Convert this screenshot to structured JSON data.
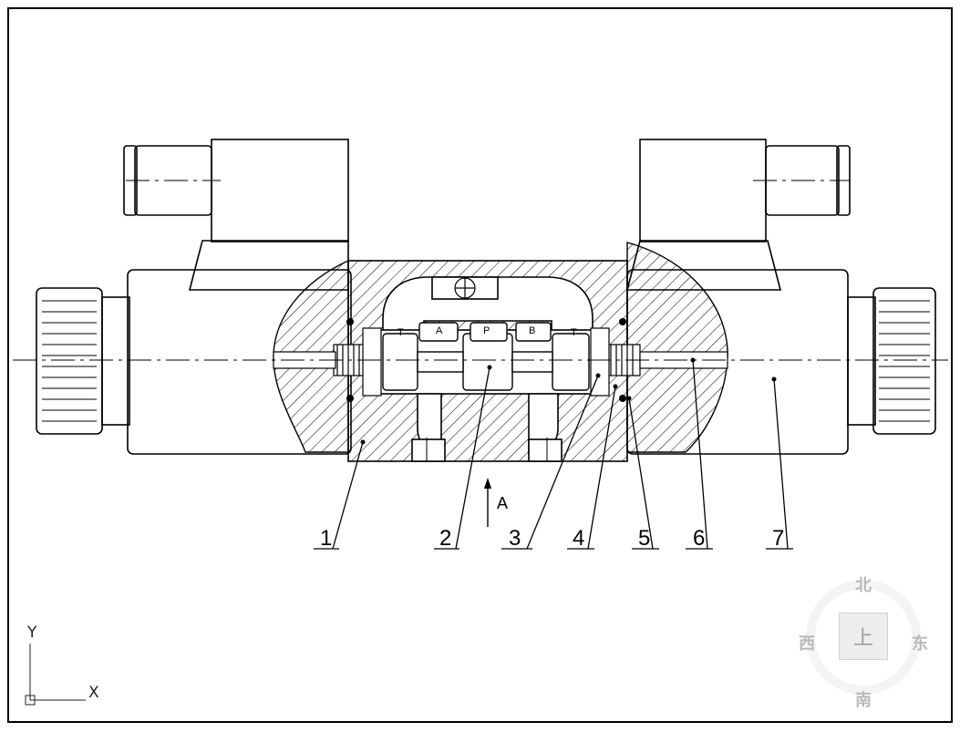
{
  "drawing": {
    "callouts": [
      "1",
      "2",
      "3",
      "4",
      "5",
      "6",
      "7"
    ],
    "view_arrow_label": "A",
    "port_labels": {
      "t_left": "T",
      "a": "A",
      "p": "P",
      "b": "B",
      "t_right": "T"
    }
  },
  "ucs": {
    "y_label": "Y",
    "x_label": "X"
  },
  "viewcube": {
    "north": "北",
    "south": "南",
    "west": "西",
    "east": "东",
    "face": "上"
  }
}
